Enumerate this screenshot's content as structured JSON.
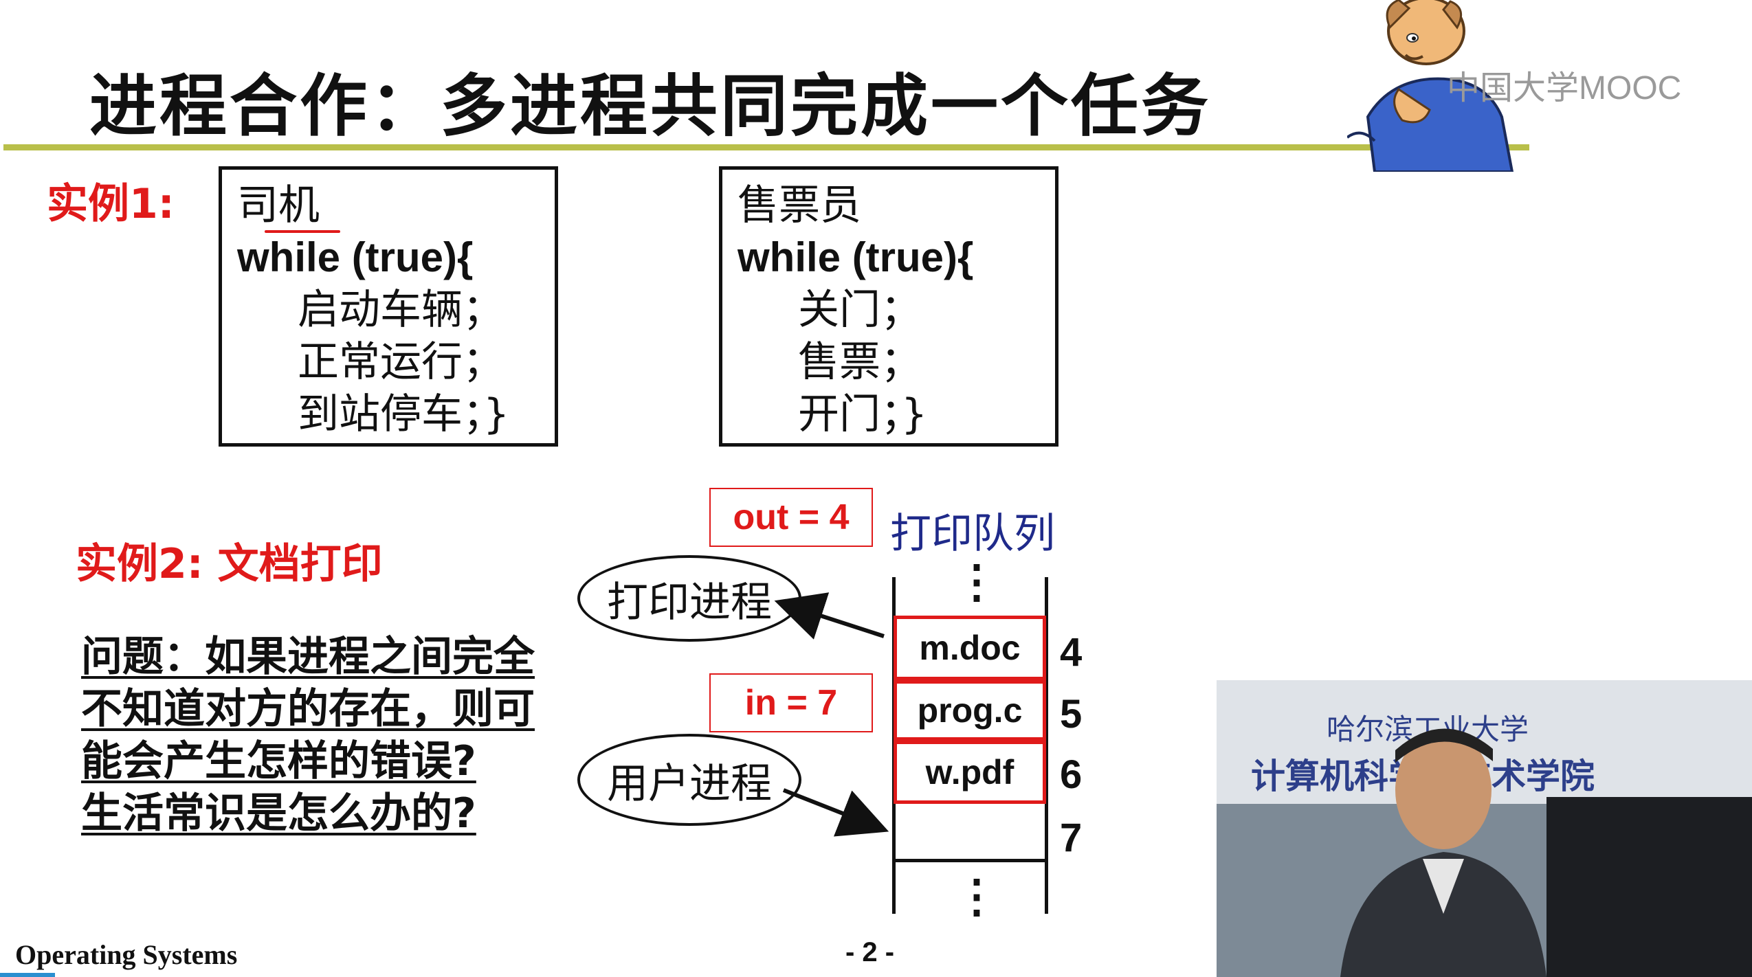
{
  "slide": {
    "title": "进程合作：多进程共同完成一个任务",
    "example1_label": "实例1:",
    "driver_box": {
      "header": "司机",
      "loop": "while (true){",
      "lines": [
        "启动车辆；",
        "正常运行；",
        "到站停车；}"
      ]
    },
    "conductor_box": {
      "header": "售票员",
      "loop": "while (true){",
      "lines": [
        "关门；",
        "售票；",
        "开门；}"
      ]
    },
    "example2_label": "实例2: 文档打印",
    "question_lines": [
      "问题：如果进程之间完全",
      "不知道对方的存在，则可",
      "能会产生怎样的错误?",
      "生活常识是怎么办的?"
    ],
    "out_pointer": "out = 4",
    "in_pointer": "in = 7",
    "queue_title": "打印队列",
    "print_process": "打印进程",
    "user_process": "用户进程",
    "queue_cells": [
      "m.doc",
      "prog.c",
      "w.pdf",
      ""
    ],
    "queue_indices": [
      "4",
      "5",
      "6",
      "7"
    ],
    "queue_dots": "⋮",
    "footer_left": "Operating Systems",
    "page_number": "- 2 -"
  },
  "watermark": "中国大学MOOC",
  "video": {
    "banner_line1": "哈尔滨工业大学",
    "banner_line2": "计算机科学与技术学院"
  },
  "colors": {
    "title_rule": "#b9bf4a",
    "accent_red": "#e01a1a",
    "queue_title_blue": "#1f2a8a"
  }
}
